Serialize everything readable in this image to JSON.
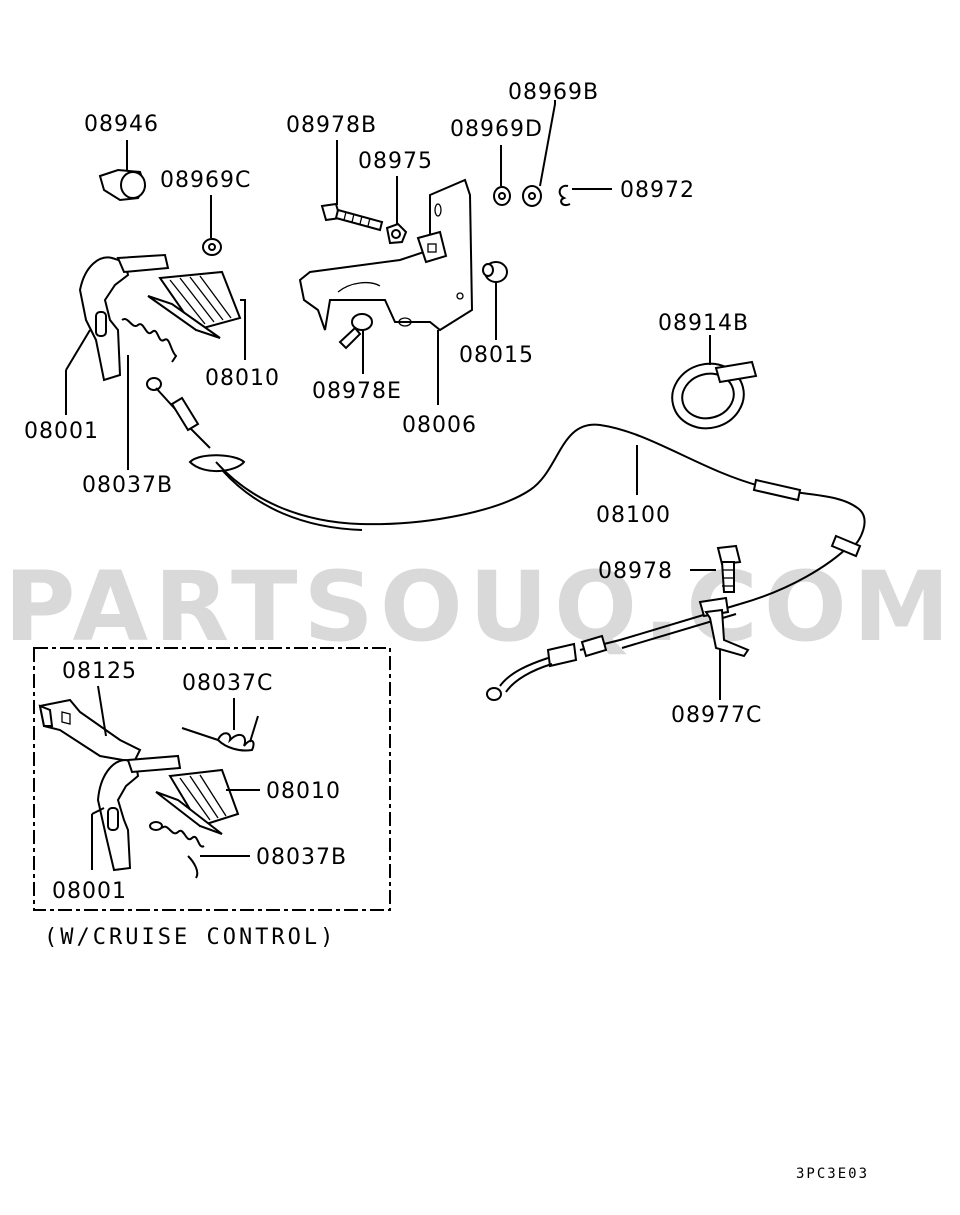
{
  "watermark": "PARTSOUQ.COM",
  "diagram_id": "3PC3E03",
  "inset_caption": "(W/CRUISE CONTROL)",
  "labels": {
    "p08946": "08946",
    "p08969C": "08969C",
    "p08978B": "08978B",
    "p08975": "08975",
    "p08969D": "08969D",
    "p08969B": "08969B",
    "p08972": "08972",
    "p08010": "08010",
    "p08001": "08001",
    "p08037B": "08037B",
    "p08978E": "08978E",
    "p08006": "08006",
    "p08015": "08015",
    "p08914B": "08914B",
    "p08100": "08100",
    "p08978": "08978",
    "p08977C": "08977C",
    "inset_08125": "08125",
    "inset_08037C": "08037C",
    "inset_08010": "08010",
    "inset_08037B": "08037B",
    "inset_08001": "08001"
  },
  "icons": {
    "parts": [
      "pedal-arm-icon",
      "pedal-pad-icon",
      "spring-icon",
      "bracket-icon",
      "bolt-icon",
      "washer-icon",
      "nut-icon",
      "clip-icon",
      "bushing-icon",
      "cable-icon",
      "band-icon",
      "cable-clamp-icon"
    ]
  }
}
